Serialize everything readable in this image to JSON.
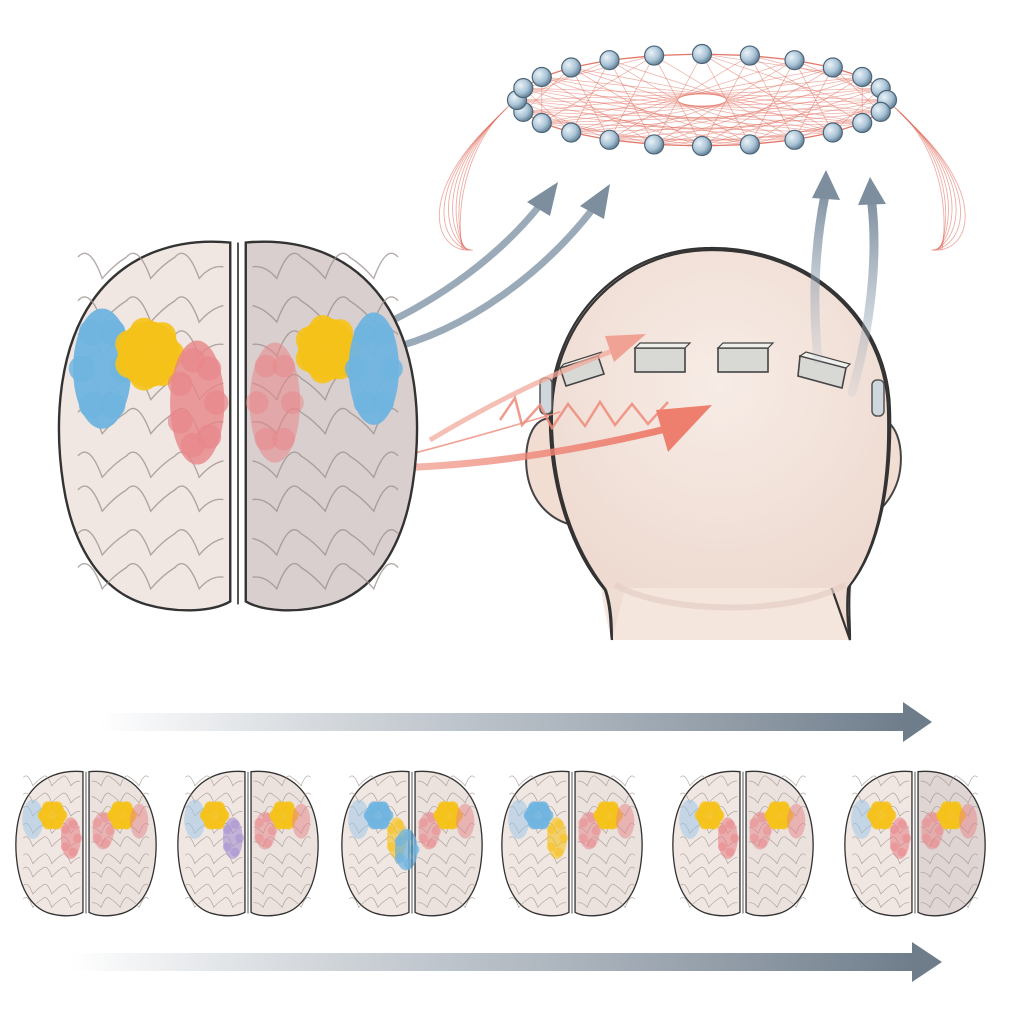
{
  "diagram": {
    "main_brain": {
      "hemispheres": [
        "left",
        "right"
      ],
      "regions": [
        {
          "name": "blue",
          "color": "#6fb4e0"
        },
        {
          "name": "yellow",
          "color": "#f5c21b"
        },
        {
          "name": "red",
          "color": "#e8868a"
        }
      ]
    },
    "electrode_network": {
      "nodes": 24,
      "node_color": "#a9c3d6",
      "edge_color": "#e06a5a"
    },
    "head": {
      "electrodes": 4,
      "skin_color": "#f4e5dd"
    },
    "timeline": {
      "frames": 6,
      "arrow_color": "#7c8a98",
      "frame_highlights": [
        [
          "#f5c21b",
          "#e8868a"
        ],
        [
          "#f5c21b",
          "#a58fd0"
        ],
        [
          "#6fb4e0",
          "#f5c21b"
        ],
        [
          "#6fb4e0",
          "#f5c21b"
        ],
        [
          "#f5c21b",
          "#e8868a"
        ],
        [
          "#f5c21b",
          "#e8868a"
        ]
      ]
    }
  }
}
